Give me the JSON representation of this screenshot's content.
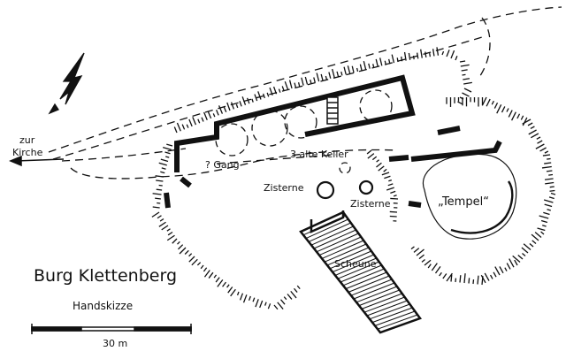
{
  "map": {
    "title": "Burg Klettenberg",
    "subtitle": "Handskizze",
    "scale_label": "30 m",
    "colors": {
      "ink": "#111111",
      "paper": "#ffffff"
    },
    "icons": [
      "north-arrow-icon",
      "direction-arrow-icon"
    ],
    "labels": {
      "kirche_line1": "zur",
      "kirche_line2": "Kirche",
      "gang": "? Gang",
      "keller": "3 alte Keller",
      "zisterne_left": "Zisterne",
      "zisterne_right": "Zisterne",
      "tempel": "„Tempel“",
      "scheune": "Scheune"
    }
  }
}
